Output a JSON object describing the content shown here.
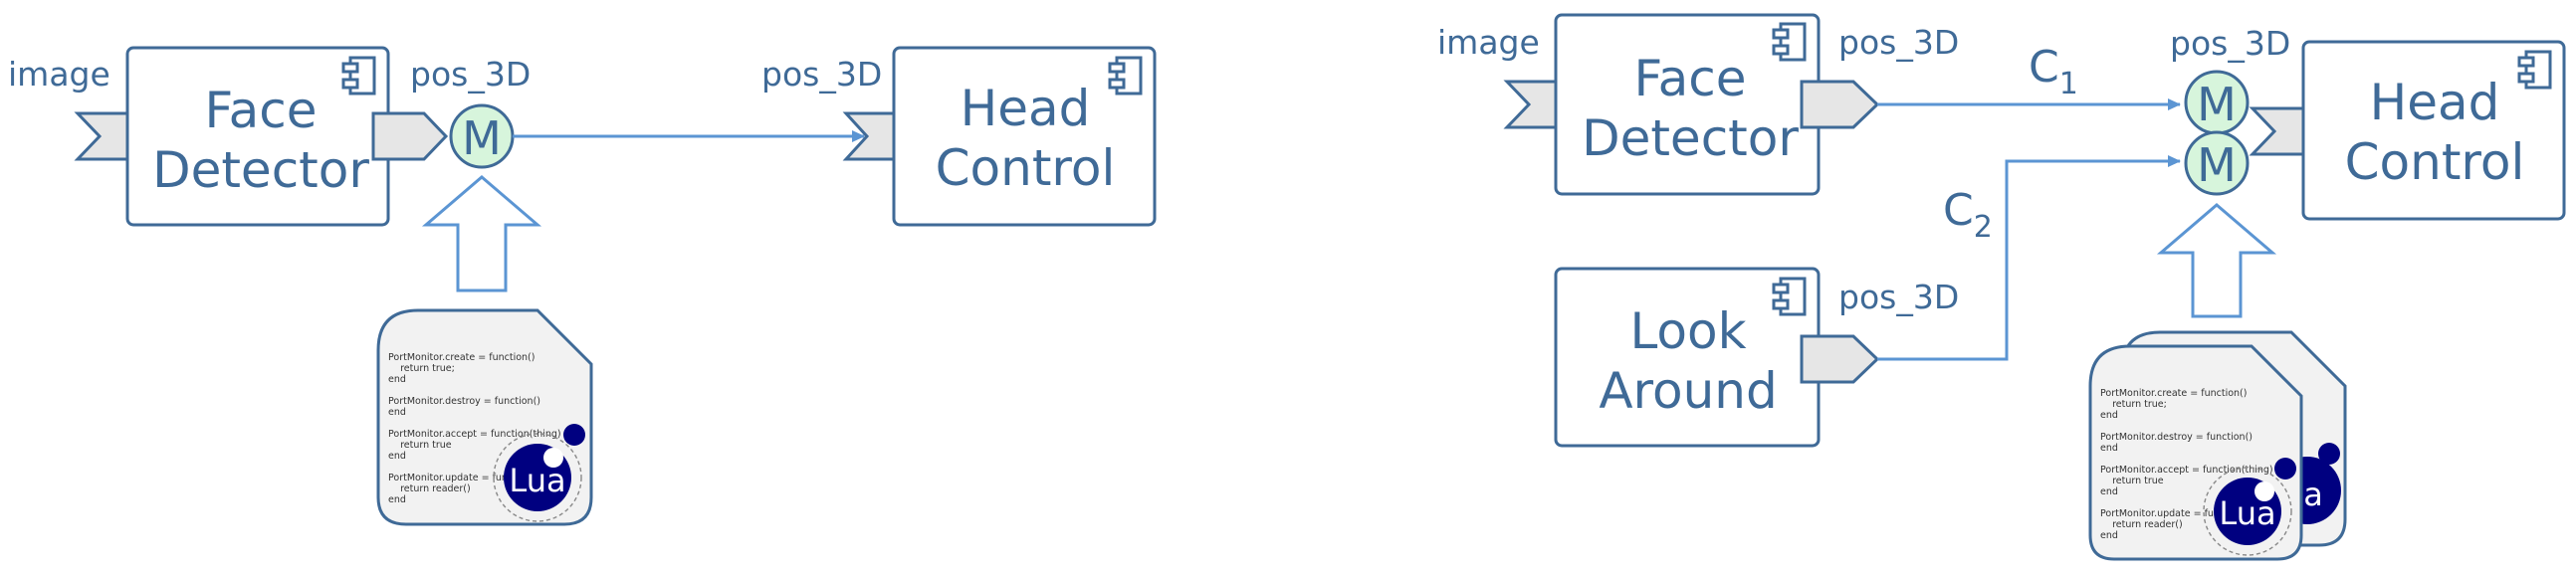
{
  "left": {
    "input_port_label": "image",
    "face_detector": [
      "Face",
      "Detector"
    ],
    "out_port_label": "pos_3D",
    "monitor_symbol": "M",
    "head_in_port_label": "pos_3D",
    "head_control": [
      "Head",
      "Control"
    ],
    "script": {
      "lines": [
        "PortMonitor.create = function()",
        "    return true;",
        "end",
        "",
        "PortMonitor.destroy = function()",
        "end",
        "",
        "PortMonitor.accept = function(thing)",
        "    return true",
        "end",
        "",
        "PortMonitor.update = function(thing)",
        "    return reader()",
        "end"
      ],
      "logo_text": "Lua"
    }
  },
  "right": {
    "input_port_label": "image",
    "face_detector": [
      "Face",
      "Detector"
    ],
    "face_out_label": "pos_3D",
    "look_around": [
      "Look",
      "Around"
    ],
    "look_out_label": "pos_3D",
    "conn1": {
      "base": "C",
      "sub": "1"
    },
    "conn2": {
      "base": "C",
      "sub": "2"
    },
    "monitor_top_label": "pos_3D",
    "monitor_symbol_1": "M",
    "monitor_symbol_2": "M",
    "head_control": [
      "Head",
      "Control"
    ],
    "script": {
      "lines": [
        "PortMonitor.create = function()",
        "    return true;",
        "end",
        "",
        "PortMonitor.destroy = function()",
        "end",
        "",
        "PortMonitor.accept = function(thing)",
        "    return true",
        "end",
        "",
        "PortMonitor.update = function(thing)",
        "    return reader()",
        "end"
      ],
      "logo_text": "Lua",
      "back_logo_text": "a"
    }
  },
  "colors": {
    "component_stroke": "#3f6a97",
    "connector": "#5b95d3",
    "monitor_fill": "#d7f5dc",
    "port_fill": "#e6e6e6",
    "lua_blue": "#000080"
  }
}
